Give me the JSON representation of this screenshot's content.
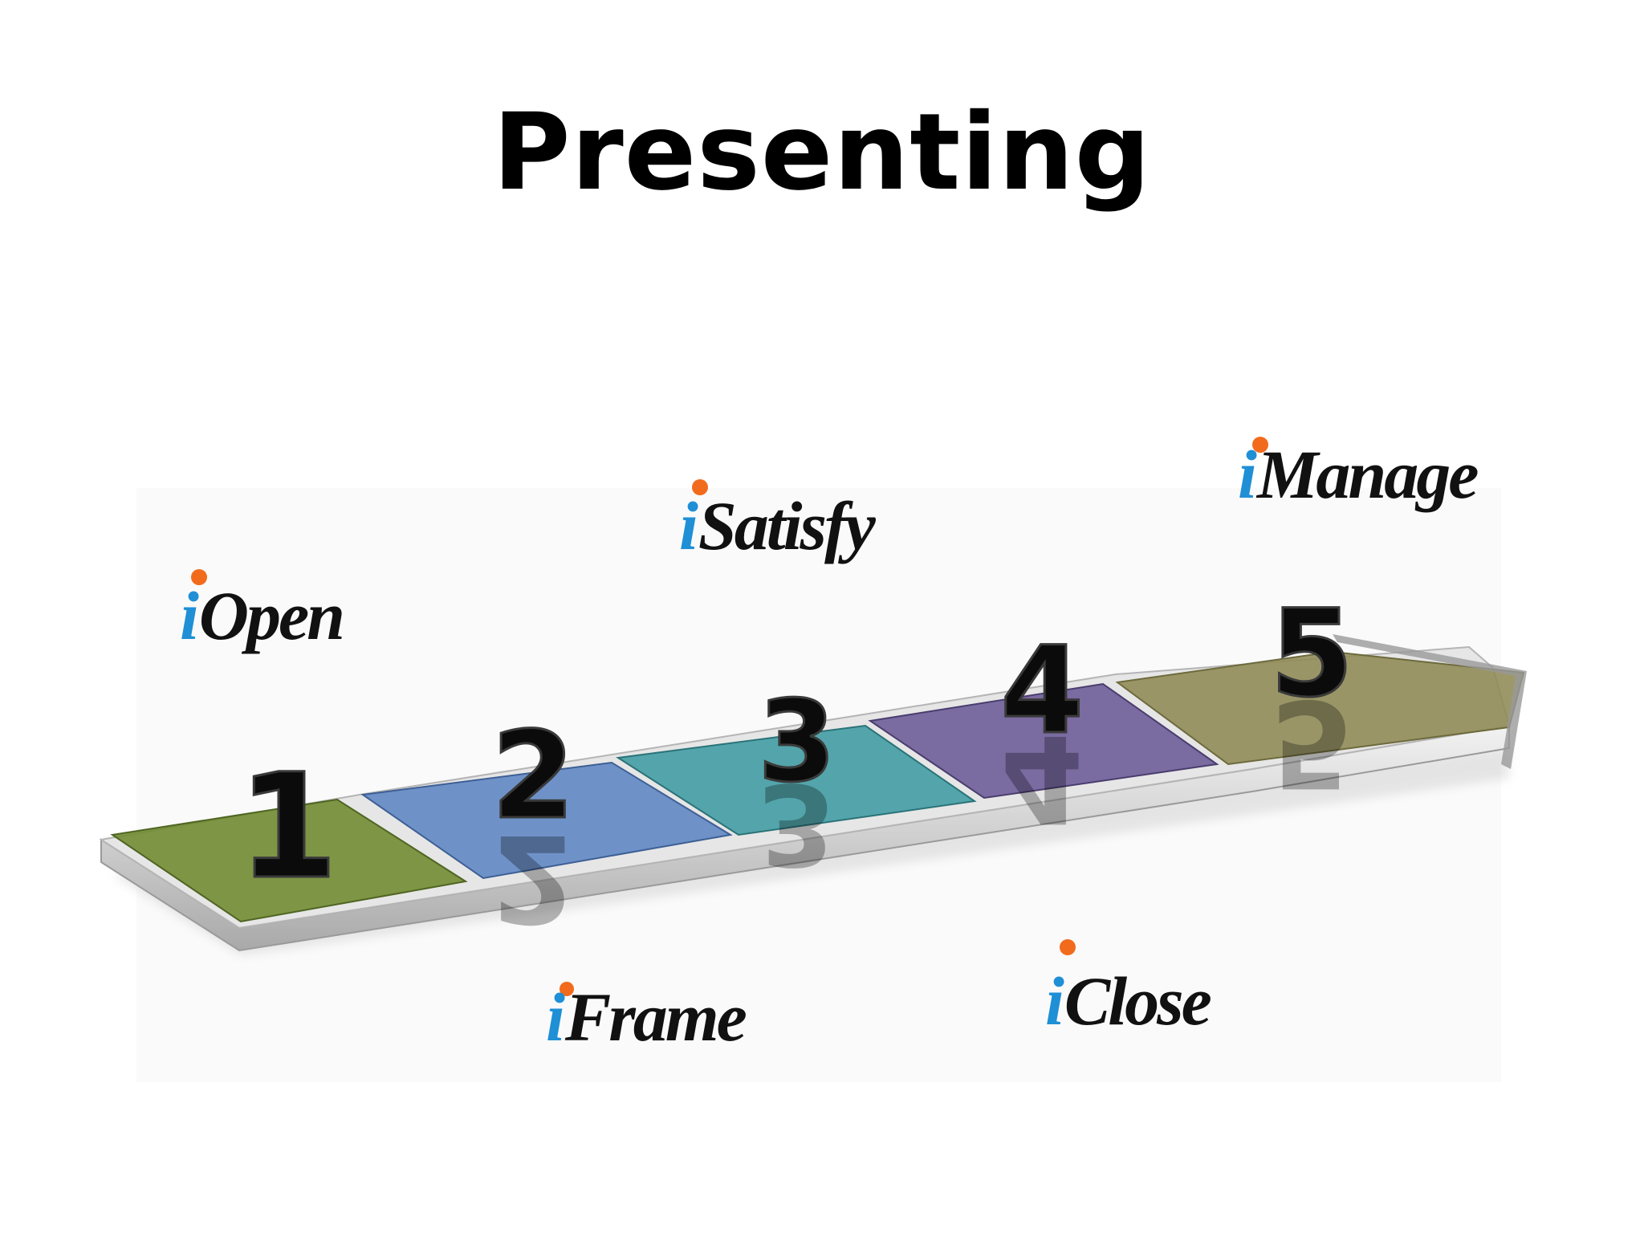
{
  "slide": {
    "title": "Presenting"
  },
  "colors": {
    "step1": "#6f8a2f",
    "step2": "#5d86c4",
    "step3": "#3f9ca3",
    "step4": "#6b5a96",
    "step5": "#8f8a55",
    "base": "#d9d9d9",
    "i_letter": "#1f8fd6",
    "i_dot": "#f26b1d"
  },
  "steps": [
    {
      "number": "1",
      "label_i": "i",
      "label": "Open"
    },
    {
      "number": "2",
      "label_i": "i",
      "label": "Frame"
    },
    {
      "number": "3",
      "label_i": "i",
      "label": "Satisfy"
    },
    {
      "number": "4",
      "label_i": "i",
      "label": "Close"
    },
    {
      "number": "5",
      "label_i": "i",
      "label": "Manage"
    }
  ]
}
